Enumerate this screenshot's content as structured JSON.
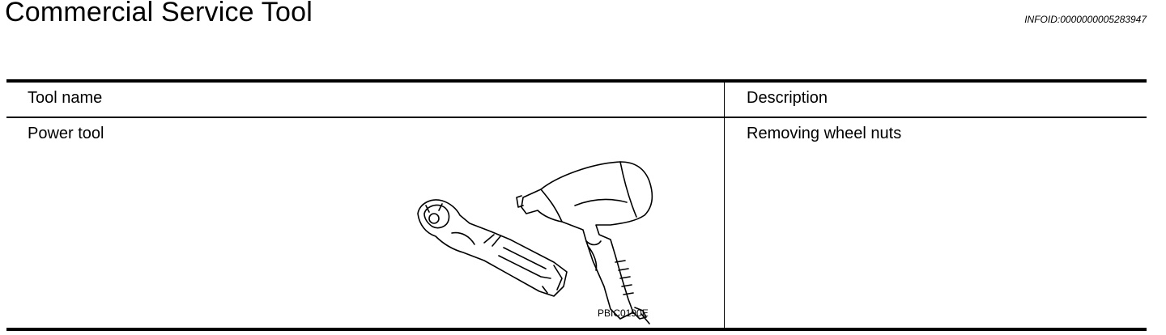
{
  "page": {
    "title": "Commercial Service Tool",
    "info_id": "INFOID:0000000005283947"
  },
  "table": {
    "headers": [
      "Tool name",
      "Description"
    ],
    "rows": [
      {
        "tool_name": "Power tool",
        "description": "Removing wheel nuts",
        "figure_code": "PBIC0190E",
        "illustration": "power-tools-illustration"
      }
    ]
  }
}
